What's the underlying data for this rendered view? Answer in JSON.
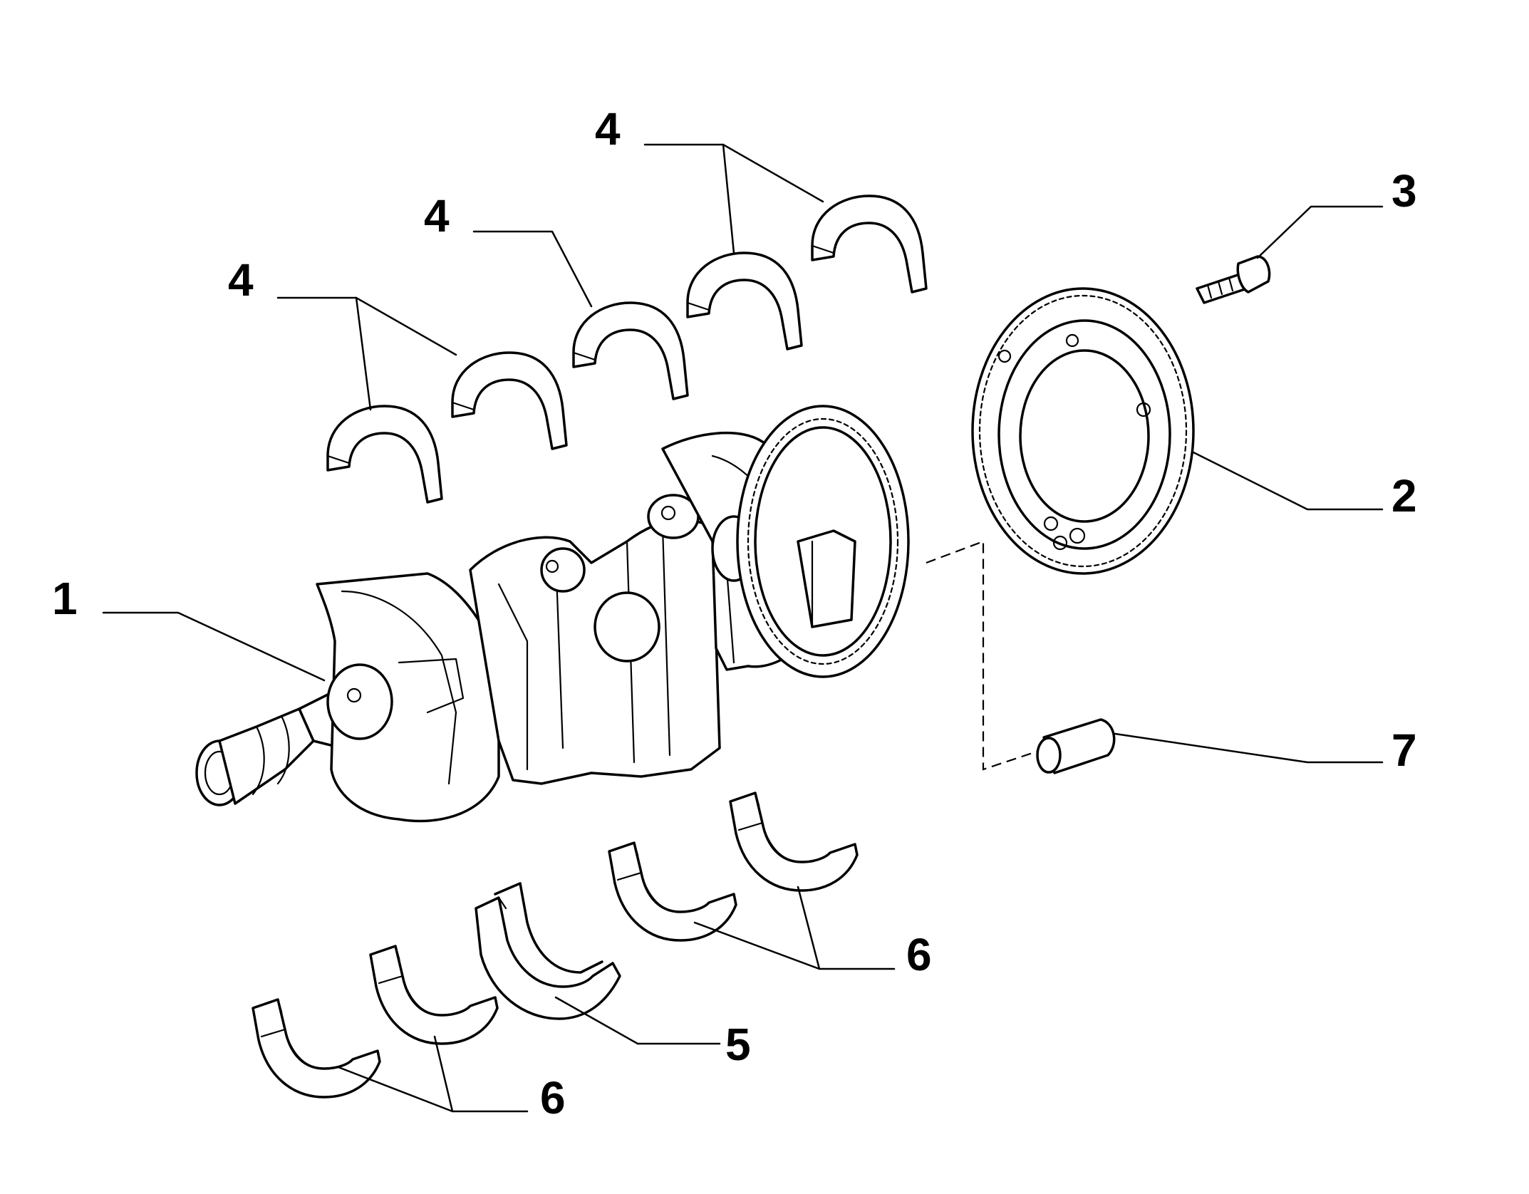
{
  "callouts": {
    "c1": "1",
    "c2": "2",
    "c3": "3",
    "c4a": "4",
    "c4b": "4",
    "c4c": "4",
    "c5": "5",
    "c6a": "6",
    "c6b": "6",
    "c7": "7"
  },
  "colors": {
    "line": "#000000",
    "background": "#ffffff"
  }
}
